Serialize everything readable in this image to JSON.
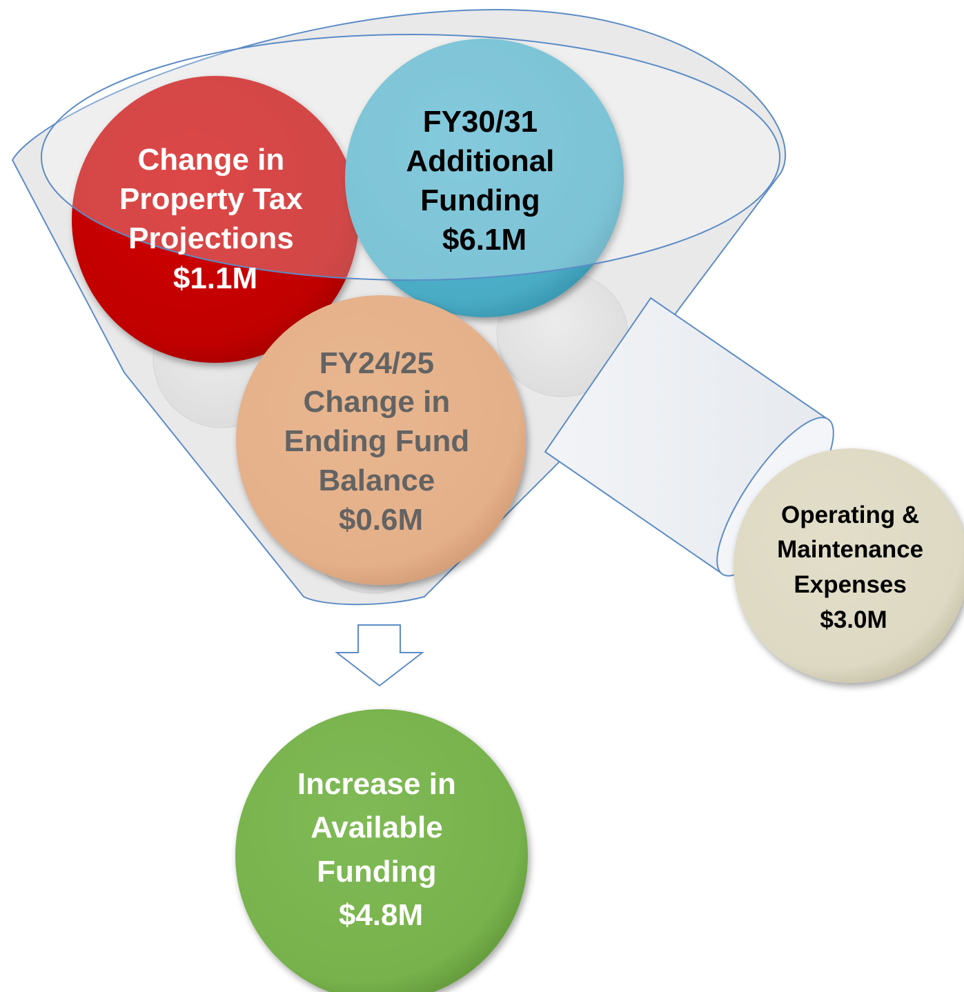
{
  "diagram": {
    "type": "funnel",
    "inputs": [
      {
        "id": "property-tax",
        "lines": [
          "Change in",
          "Property Tax",
          "Projections",
          "$1.1M"
        ],
        "fill": "#c00000",
        "text_color": "#ffffff"
      },
      {
        "id": "additional-funding",
        "lines": [
          "FY30/31",
          "Additional",
          "Funding",
          "$6.1M"
        ],
        "fill": "#4bacc6",
        "text_color": "#000000"
      },
      {
        "id": "fund-balance",
        "lines": [
          "FY24/25",
          "Change in",
          "Ending Fund",
          "Balance",
          "$0.6M"
        ],
        "fill": "#e4b08a",
        "text_color": "#636363"
      }
    ],
    "outflow": {
      "id": "operating-maintenance",
      "lines": [
        "Operating &",
        "Maintenance",
        "Expenses",
        "$3.0M"
      ],
      "fill": "#ddd9c3",
      "text_color": "#000000"
    },
    "result": {
      "id": "available-funding",
      "lines": [
        "Increase in",
        "Available",
        "Funding",
        "$4.8M"
      ],
      "fill": "#77b24c",
      "text_color": "#ffffff"
    },
    "colors": {
      "funnel_fill": "#e8e8e8",
      "funnel_stroke": "#5b8bc6",
      "placeholder_disc": "#e6e6e6"
    }
  }
}
